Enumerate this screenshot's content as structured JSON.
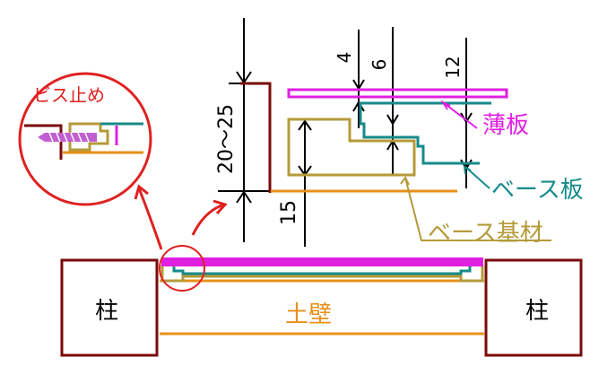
{
  "labels": {
    "pillar": "柱",
    "earth_wall": "土壁",
    "thin_board": "薄板",
    "base_board": "ベース板",
    "base_material": "ベース基材",
    "screw_fix": "ビス止め"
  },
  "dimensions": {
    "d1": "20〜25",
    "d2": "15",
    "d3": "4",
    "d4": "6",
    "d5": "12"
  },
  "colors": {
    "pillar": "#7a0a0a",
    "thin_board": "#e020e0",
    "base_board": "#178a8a",
    "base_material": "#b59a3a",
    "earth_wall": "#e8901a",
    "callout": "#e02020",
    "dimension": "#000000"
  }
}
